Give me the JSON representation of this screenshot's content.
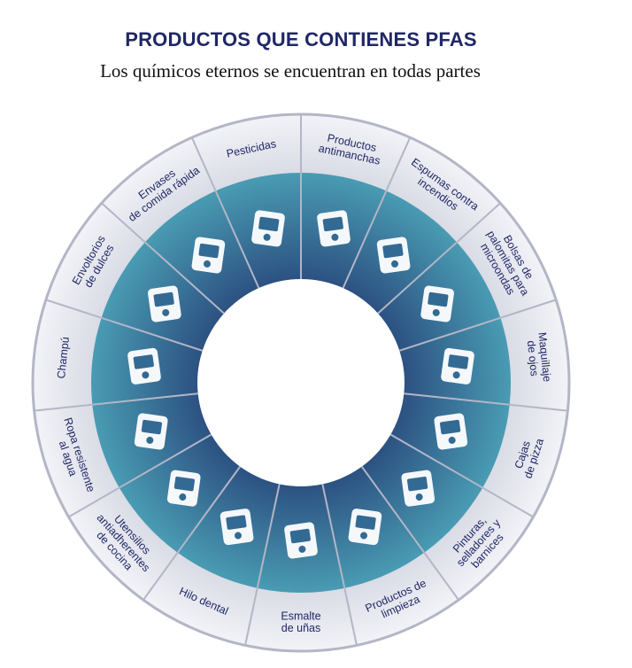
{
  "header": {
    "title": "PRODUCTOS QUE CONTIENES PFAS",
    "subtitle": "Los químicos eternos se encuentran en todas partes"
  },
  "colors": {
    "title": "#1f2766",
    "ring_outer": "#4a9db4",
    "ring_inner": "#2a4c7e",
    "band": "#e6e8ef",
    "divider": "#b3b6c6"
  },
  "segments": [
    {
      "id": "productos-antimanchas",
      "icon": "stained-shirt-icon",
      "lines": [
        "Productos",
        "antimanchas"
      ]
    },
    {
      "id": "espumas-contra-incendios",
      "icon": "fire-extinguisher-icon",
      "lines": [
        "Espumas contra",
        "incendios"
      ]
    },
    {
      "id": "bolsas-palomitas",
      "icon": "popcorn-bag-icon",
      "lines": [
        "Bolsas de",
        "palomitas para",
        "microondas"
      ]
    },
    {
      "id": "maquillaje-de-ojos",
      "icon": "eye-mascara-icon",
      "lines": [
        "Maquillaje",
        "de ojos"
      ]
    },
    {
      "id": "cajas-de-pizza",
      "icon": "pizza-box-icon",
      "lines": [
        "Cajas",
        "de pizza"
      ]
    },
    {
      "id": "pinturas",
      "icon": "paint-brush-icon",
      "lines": [
        "Pinturas,",
        "selladores y",
        "barnices"
      ]
    },
    {
      "id": "productos-de-limpieza",
      "icon": "cleaning-bottles-icon",
      "lines": [
        "Productos de",
        "limpieza"
      ]
    },
    {
      "id": "esmalte-de-unas",
      "icon": "nail-polish-icon",
      "lines": [
        "Esmalte",
        "de uñas"
      ]
    },
    {
      "id": "hilo-dental",
      "icon": "dental-floss-icon",
      "lines": [
        "Hilo dental"
      ]
    },
    {
      "id": "utensilios",
      "icon": "nonstick-pan-icon",
      "lines": [
        "Utensilios",
        "antiadherentes",
        "de cocina"
      ]
    },
    {
      "id": "ropa-resistente",
      "icon": "raincoat-icon",
      "lines": [
        "Ropa resistente",
        "al agua"
      ]
    },
    {
      "id": "champu",
      "icon": "shampoo-icon",
      "lines": [
        "Champú"
      ]
    },
    {
      "id": "envoltorios-de-dulces",
      "icon": "candy-icon",
      "lines": [
        "Envoltorios",
        "de dulces"
      ]
    },
    {
      "id": "envases-comida-rapida",
      "icon": "fast-food-box-icon",
      "lines": [
        "Envases",
        "de comida rápida"
      ]
    },
    {
      "id": "pesticidas",
      "icon": "spray-bottle-icon",
      "lines": [
        "Pesticidas"
      ]
    }
  ]
}
